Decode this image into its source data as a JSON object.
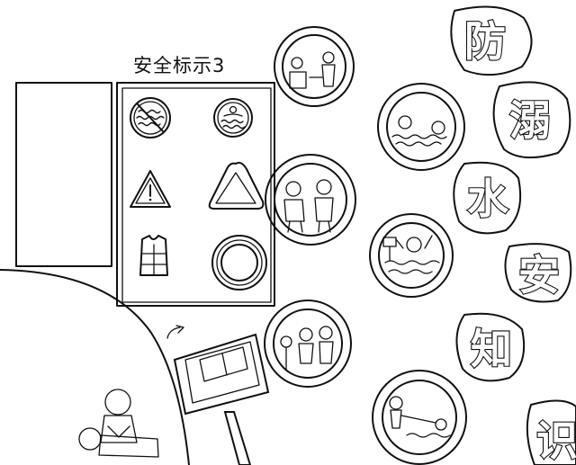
{
  "signs_panel": {
    "title": "安全标示3"
  },
  "slogan": {
    "chars": [
      "防",
      "溺",
      "水",
      "安",
      "知",
      "识"
    ],
    "visible_note": "char 4 shown as an abstract glyph in the original"
  },
  "road_sign": {
    "icon": "direction-sign-icon"
  },
  "circle_badges": [
    {
      "name": "badge-kids-sign",
      "icon": "children-with-sign-icon"
    },
    {
      "name": "badge-kids-swimming",
      "icon": "children-swimming-icon"
    },
    {
      "name": "badge-kids-lifejacket",
      "icon": "children-with-lifejacket-icon"
    },
    {
      "name": "badge-drowning-child",
      "icon": "drowning-child-icon"
    },
    {
      "name": "badge-kids-lifebuoy",
      "icon": "children-with-lifebuoy-icon"
    },
    {
      "name": "badge-rescue",
      "icon": "rescue-scene-icon"
    }
  ],
  "signs": [
    {
      "name": "no-swimming-sign",
      "icon": "no-swimming-icon"
    },
    {
      "name": "swimming-area-sign",
      "icon": "swimmer-icon"
    },
    {
      "name": "warning-sign",
      "icon": "warning-exclamation-icon"
    },
    {
      "name": "triangle-sign",
      "icon": "blank-triangle-icon"
    },
    {
      "name": "lifejacket-sign",
      "icon": "lifejacket-icon"
    },
    {
      "name": "lifebuoy-sign",
      "icon": "lifebuoy-icon"
    }
  ],
  "colors": {
    "line": "#111111",
    "paper": "#ffffff"
  }
}
